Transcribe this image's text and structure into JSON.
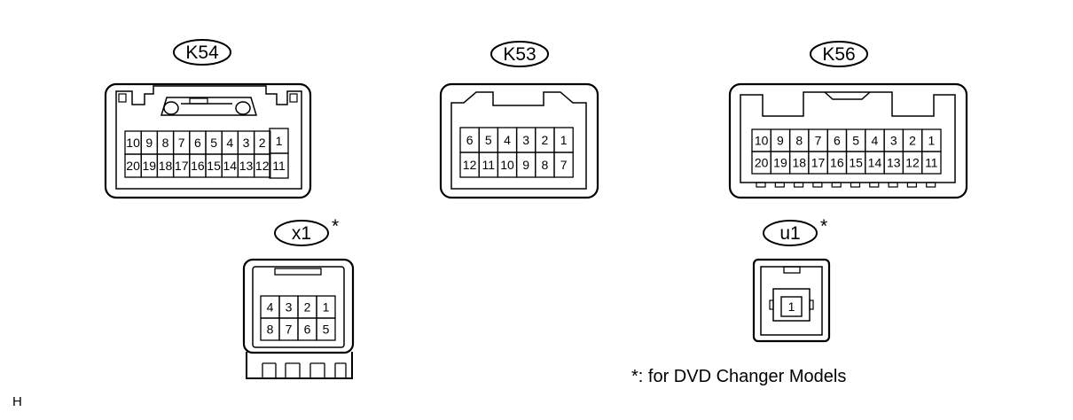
{
  "connectors": {
    "k54": {
      "label": "K54",
      "row1_left": [
        "10",
        "9",
        "8",
        "7",
        "6",
        "5",
        "4",
        "3",
        "2"
      ],
      "row2_left": [
        "20",
        "19",
        "18",
        "17",
        "16",
        "15",
        "14",
        "13",
        "12"
      ],
      "row1_right": "1",
      "row2_right": "11"
    },
    "k53": {
      "label": "K53",
      "row1": [
        "6",
        "5",
        "4",
        "3",
        "2",
        "1"
      ],
      "row2": [
        "12",
        "11",
        "10",
        "9",
        "8",
        "7"
      ]
    },
    "k56": {
      "label": "K56",
      "row1": [
        "10",
        "9",
        "8",
        "7",
        "6",
        "5",
        "4",
        "3",
        "2",
        "1"
      ],
      "row2": [
        "20",
        "19",
        "18",
        "17",
        "16",
        "15",
        "14",
        "13",
        "12",
        "11"
      ]
    },
    "x1": {
      "label": "x1",
      "asterisk": "*",
      "row1": [
        "4",
        "3",
        "2",
        "1"
      ],
      "row2": [
        "8",
        "7",
        "6",
        "5"
      ]
    },
    "u1": {
      "label": "u1",
      "asterisk": "*",
      "pin": "1"
    }
  },
  "footnote": "*: for DVD Changer Models",
  "corner_mark": "H"
}
